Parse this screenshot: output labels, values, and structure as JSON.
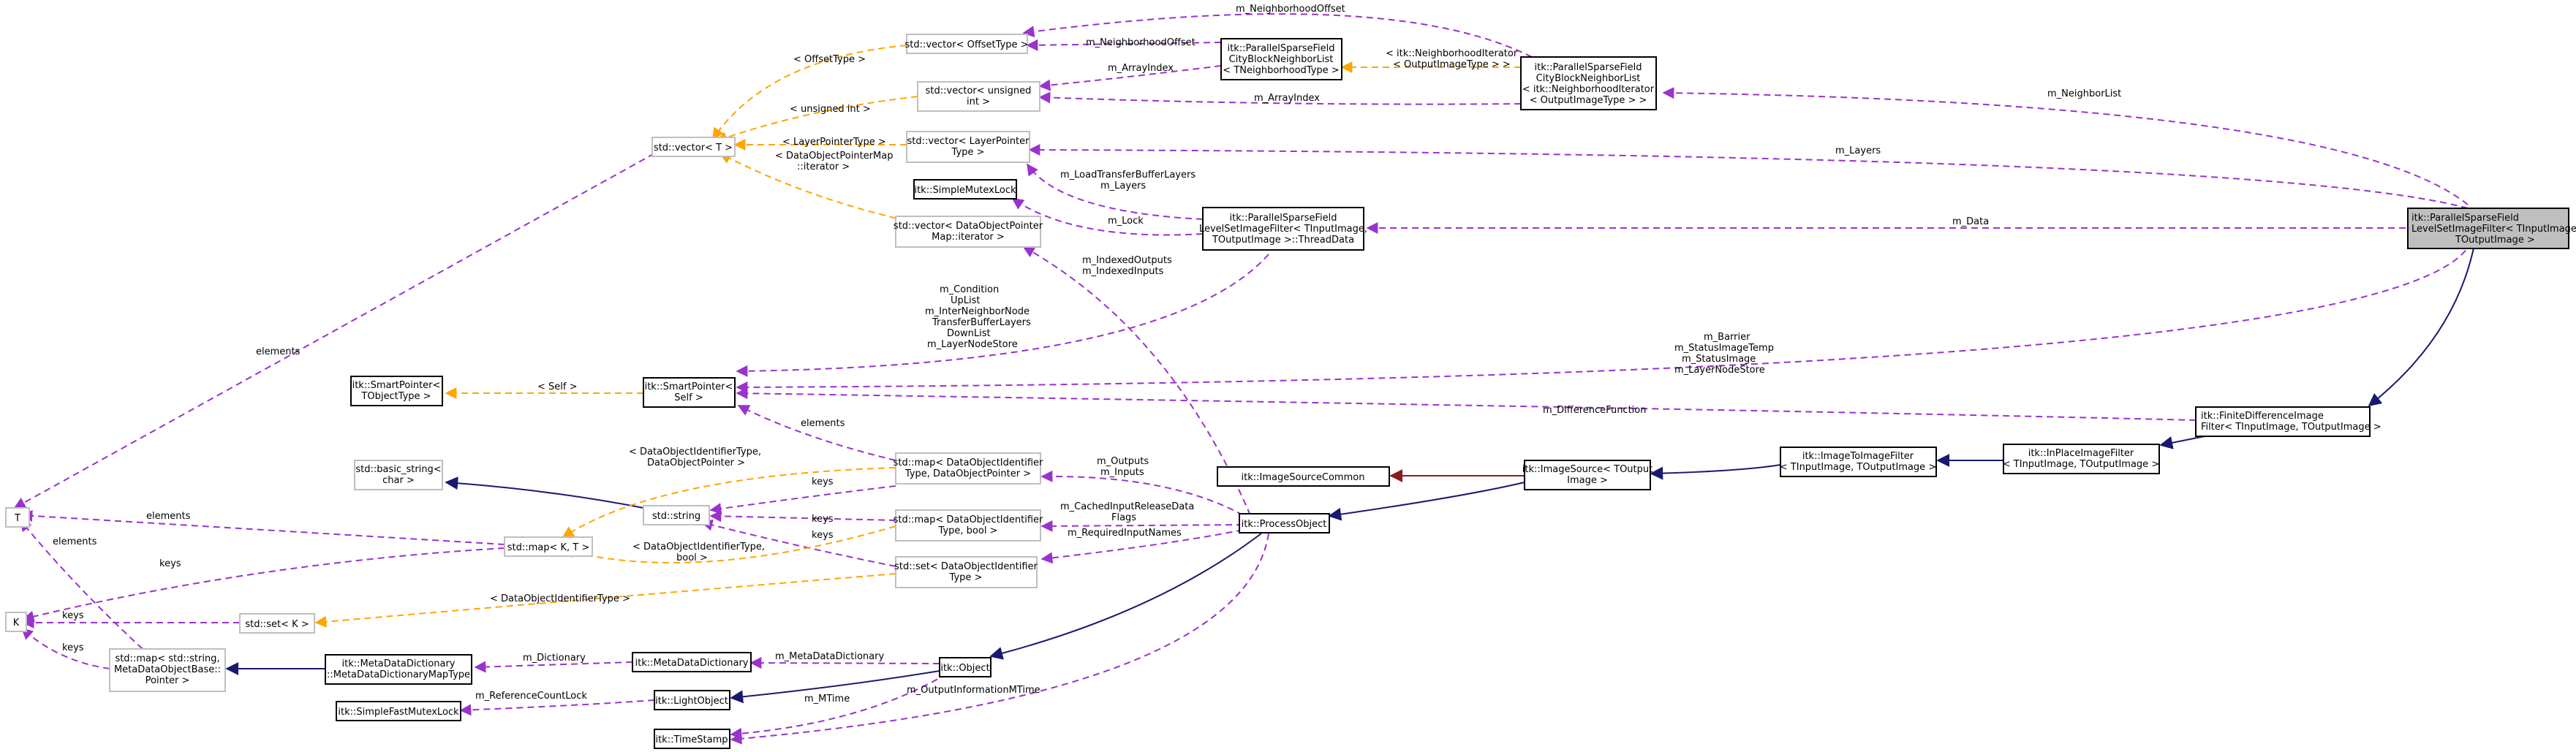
{
  "nodes": {
    "offset_vec": [
      "std::vector< OffsetType >"
    ],
    "uint_vec": [
      "std::vector< unsigned",
      "int >"
    ],
    "layerptr_vec": [
      "std::vector< LayerPointer",
      "Type >"
    ],
    "mutex": [
      "itk::SimpleMutexLock"
    ],
    "dop_vec": [
      "std::vector< DataObjectPointer",
      "Map::iterator >"
    ],
    "vector_t": [
      "std::vector< T >"
    ],
    "neigh_list": [
      "itk::ParallelSparseField",
      "CityBlockNeighborList",
      "< TNeighborhoodType >"
    ],
    "neigh_list2": [
      "itk::ParallelSparseField",
      "CityBlockNeighborList",
      "< itk::NeighborhoodIterator",
      "< OutputImageType > >"
    ],
    "thread_data": [
      "itk::ParallelSparseField",
      "LevelSetImageFilter< TInputImage,",
      "TOutputImage >::ThreadData"
    ],
    "main": [
      "itk::ParallelSparseField",
      "LevelSetImageFilter< TInputImage,",
      "TOutputImage >"
    ],
    "smartptr_t": [
      "itk::SmartPointer<",
      "TObjectType >"
    ],
    "smartptr_self": [
      "itk::SmartPointer<",
      "Self >"
    ],
    "basic_string": [
      "std::basic_string<",
      "char >"
    ],
    "string": [
      "std::string"
    ],
    "t_node": [
      "T"
    ],
    "map_kt": [
      "std::map< K, T >"
    ],
    "k_node": [
      "K"
    ],
    "set_k": [
      "std::set< K >"
    ],
    "map_md": [
      "std::map< std::string,",
      "MetaDataObjectBase::",
      "Pointer >"
    ],
    "md_map_type": [
      "itk::MetaDataDictionary",
      "::MetaDataDictionaryMapType"
    ],
    "md_dict": [
      "itk::MetaDataDictionary"
    ],
    "fast_mutex": [
      "itk::SimpleFastMutexLock"
    ],
    "light_obj": [
      "itk::LightObject"
    ],
    "timestamp": [
      "itk::TimeStamp"
    ],
    "object": [
      "itk::Object"
    ],
    "map_dop": [
      "std::map< DataObjectIdentifier",
      "Type, DataObjectPointer >"
    ],
    "map_bool": [
      "std::map< DataObjectIdentifier",
      "Type, bool >"
    ],
    "set_doi": [
      "std::set< DataObjectIdentifier",
      "Type >"
    ],
    "img_src_common": [
      "itk::ImageSourceCommon"
    ],
    "img_src": [
      "itk::ImageSource< TOutput",
      "Image >"
    ],
    "proc_obj": [
      "itk::ProcessObject"
    ],
    "i2i": [
      "itk::ImageToImageFilter",
      "< TInputImage, TOutputImage >"
    ],
    "inplace": [
      "itk::InPlaceImageFilter",
      "< TInputImage, TOutputImage >"
    ],
    "finite_diff": [
      "itk::FiniteDifferenceImage",
      "Filter< TInputImage, TOutputImage >"
    ]
  },
  "edge_labels": {
    "neighborhood_offset": [
      "m_NeighborhoodOffset"
    ],
    "neighborhood_offset2": [
      "m_NeighborhoodOffset"
    ],
    "array_index": [
      "m_ArrayIndex"
    ],
    "array_index2": [
      "m_ArrayIndex"
    ],
    "offset_type": [
      "< OffsetType >"
    ],
    "unsigned_int": [
      "< unsigned int >"
    ],
    "layer_pointer_type": [
      "< LayerPointerType >"
    ],
    "dop_map_iter": [
      "< DataObjectPointerMap",
      "::iterator >"
    ],
    "neigh_tmpl": [
      "< itk::NeighborhoodIterator",
      "< OutputImageType > >"
    ],
    "neighbor_list": [
      "m_NeighborList"
    ],
    "layers": [
      "m_Layers"
    ],
    "load_layers": [
      "m_LoadTransferBufferLayers",
      "m_Layers"
    ],
    "lock": [
      "m_Lock"
    ],
    "data": [
      "m_Data"
    ],
    "indexed": [
      "m_IndexedOutputs",
      "m_IndexedInputs"
    ],
    "thread_members": [
      "m_Condition",
      "UpList",
      "m_InterNeighborNode",
      "TransferBufferLayers",
      "DownList",
      "m_LayerNodeStore"
    ],
    "barrier": [
      "m_Barrier",
      "m_StatusImageTemp",
      "m_StatusImage",
      "m_LayerNodeStore"
    ],
    "self": [
      "< Self >"
    ],
    "elements_vec": [
      "elements"
    ],
    "diff_func": [
      "m_DifferenceFunction"
    ],
    "elements_map": [
      "elements"
    ],
    "doi_dop": [
      "< DataObjectIdentifierType,",
      "DataObjectPointer >"
    ],
    "outputs_inputs": [
      "m_Outputs",
      "m_Inputs"
    ],
    "keys_str1": [
      "keys"
    ],
    "keys_str2": [
      "keys"
    ],
    "keys_str3": [
      "keys"
    ],
    "cached_flags": [
      "m_CachedInputReleaseData",
      "Flags"
    ],
    "req_input": [
      "m_RequiredInputNames"
    ],
    "elements_t": [
      "elements"
    ],
    "keys_k": [
      "keys"
    ],
    "doi_bool": [
      "< DataObjectIdentifierType,",
      "bool >"
    ],
    "doi_type": [
      "< DataObjectIdentifierType >"
    ],
    "keys_setk": [
      "keys"
    ],
    "keys_md": [
      "keys"
    ],
    "elements_md": [
      "elements"
    ],
    "m_dictionary": [
      "m_Dictionary"
    ],
    "m_metadatadict": [
      "m_MetaDataDictionary"
    ],
    "refcount": [
      "m_ReferenceCountLock"
    ],
    "m_mtime": [
      "m_MTime"
    ],
    "output_info": [
      "m_OutputInformationMTime"
    ]
  }
}
